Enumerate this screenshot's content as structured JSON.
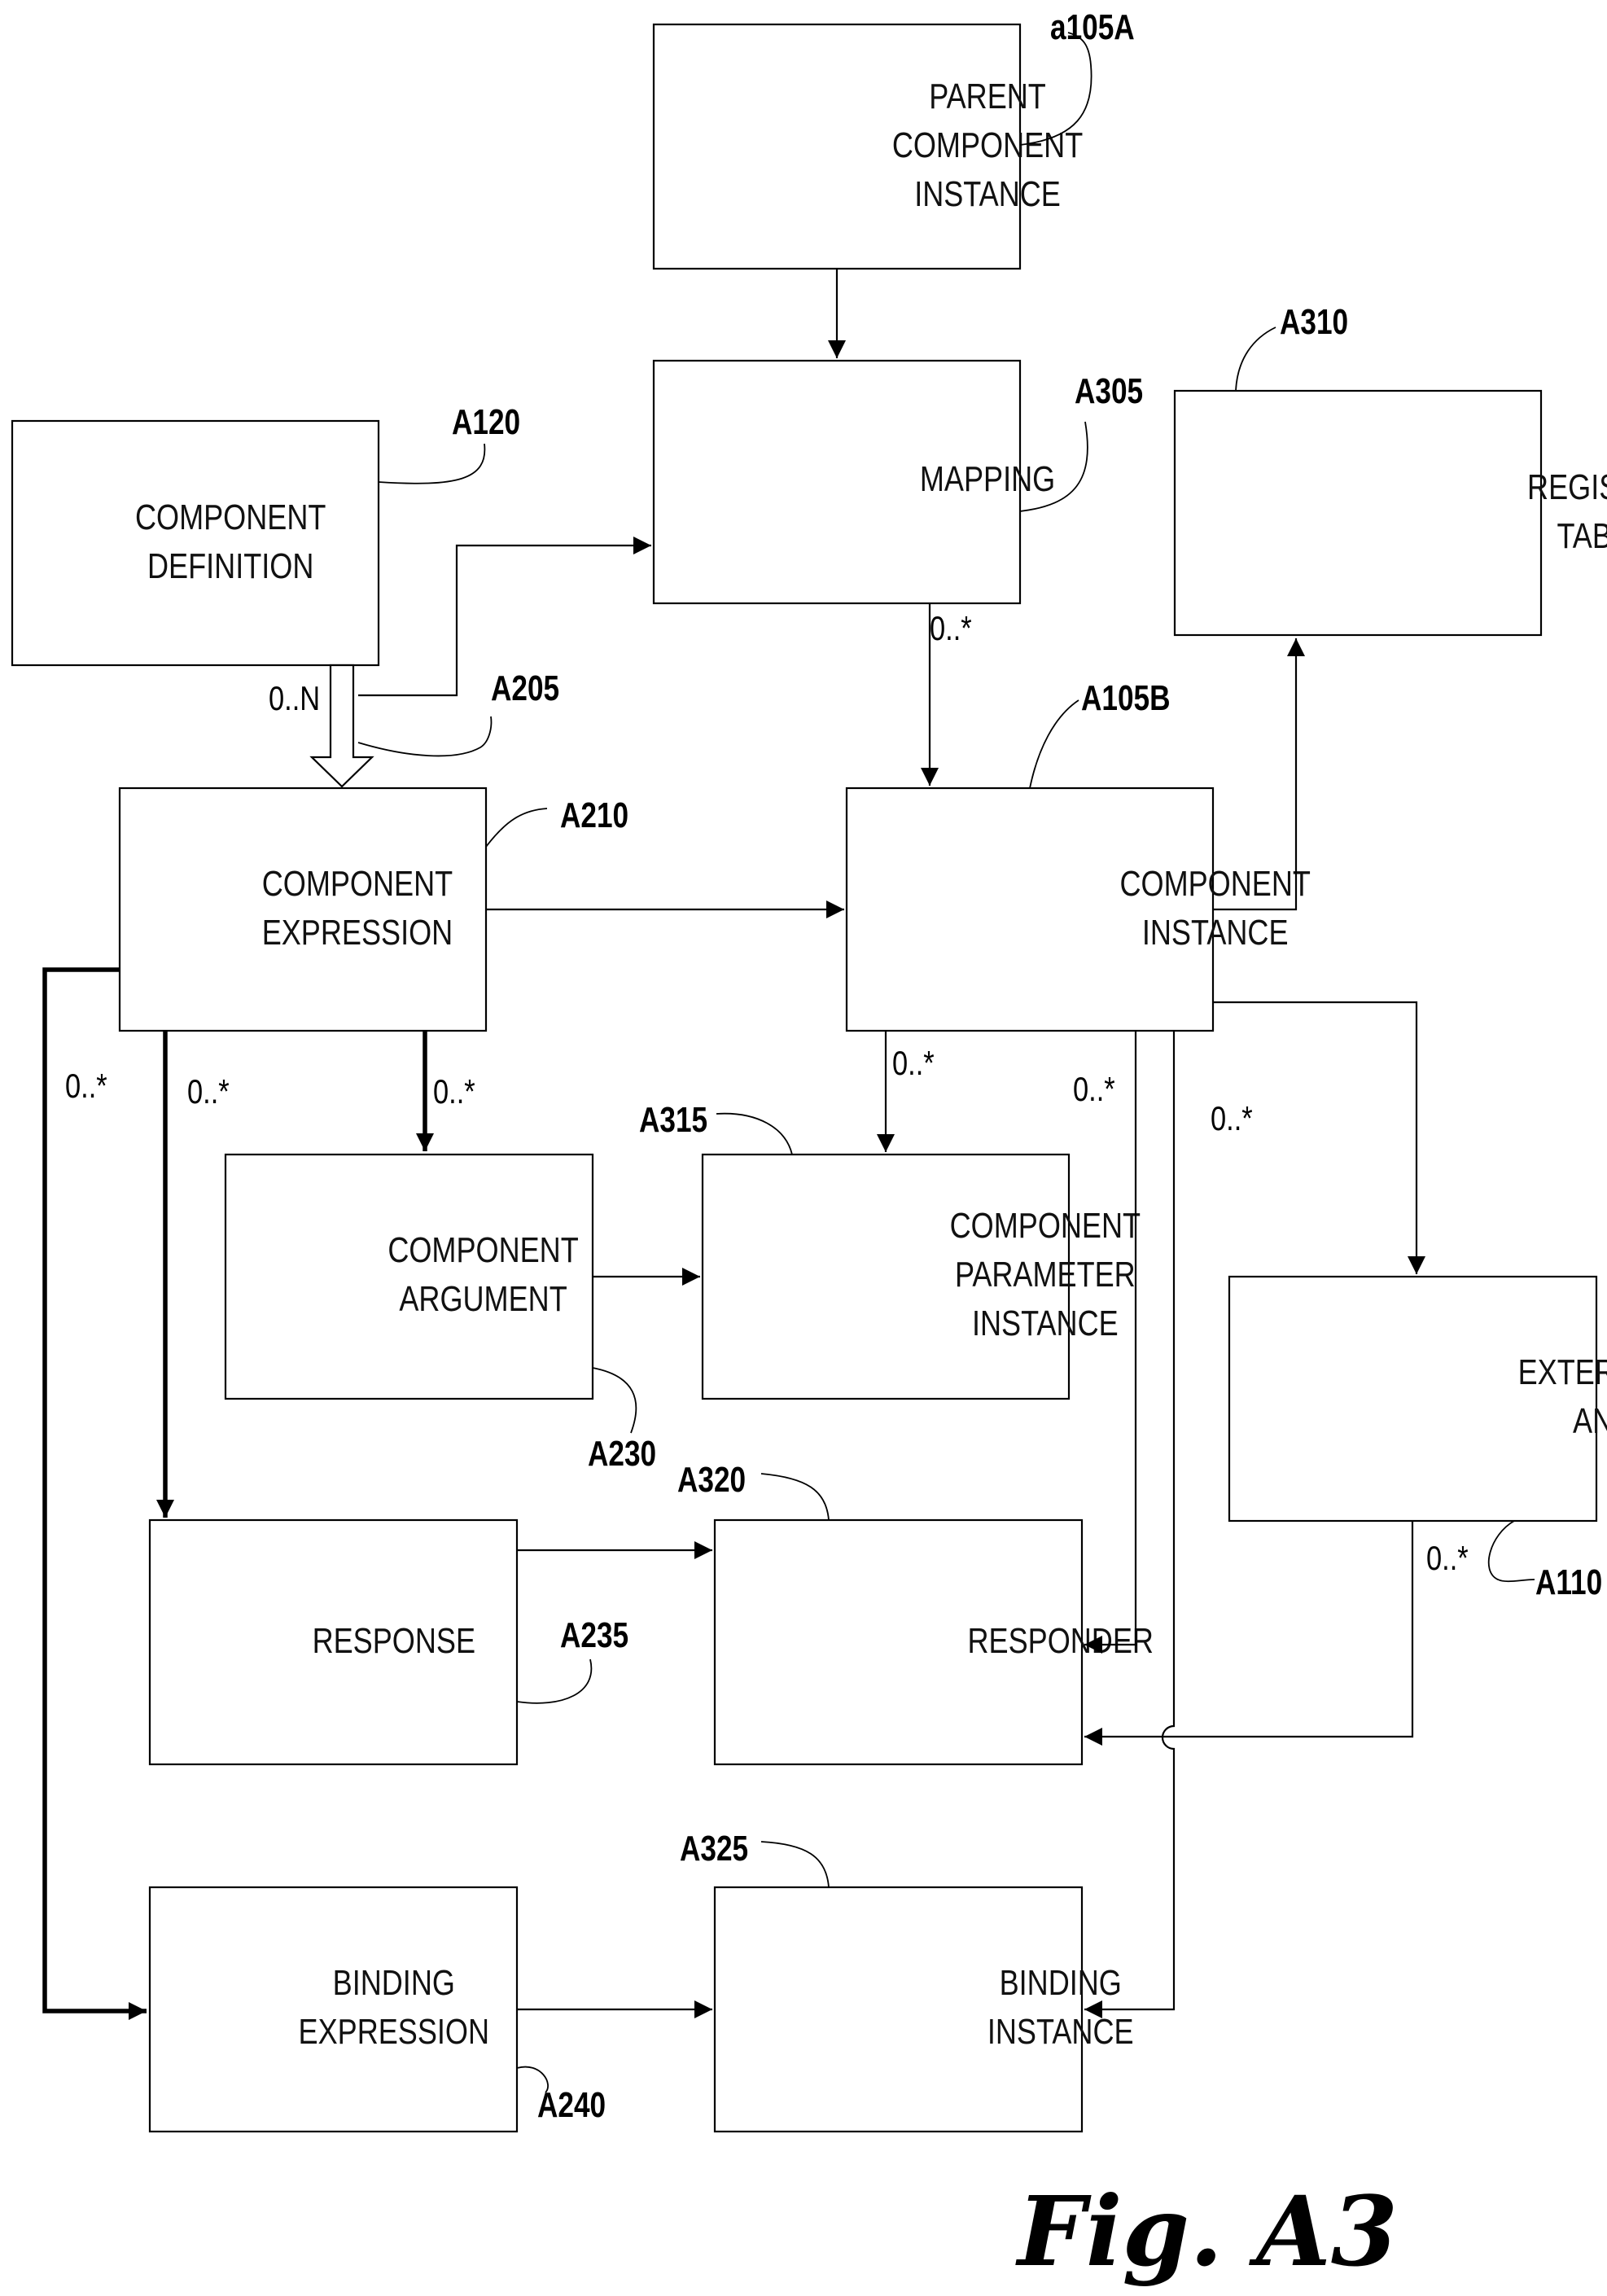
{
  "figure_label": "Fig. A3",
  "boxes": [
    {
      "id": "parent_component_instance",
      "lines": [
        "PARENT",
        "COMPONENT",
        "INSTANCE"
      ]
    },
    {
      "id": "mapping",
      "lines": [
        "MAPPING"
      ]
    },
    {
      "id": "register_table",
      "lines": [
        "REGISTER",
        "TABLE"
      ]
    },
    {
      "id": "component_definition",
      "lines": [
        "COMPONENT",
        "DEFINITION"
      ]
    },
    {
      "id": "component_expression",
      "lines": [
        "COMPONENT",
        "EXPRESSION"
      ]
    },
    {
      "id": "component_instance",
      "lines": [
        "COMPONENT",
        "INSTANCE"
      ]
    },
    {
      "id": "component_argument",
      "lines": [
        "COMPONENT",
        "ARGUMENT"
      ]
    },
    {
      "id": "component_parameter_instance",
      "lines": [
        "COMPONENT",
        "PARAMETER",
        "INSTANCE"
      ]
    },
    {
      "id": "external_objects_and_events",
      "lines": [
        "EXTERNAL OBJECTS",
        "AND EVENTS"
      ]
    },
    {
      "id": "response",
      "lines": [
        "RESPONSE"
      ]
    },
    {
      "id": "responder",
      "lines": [
        "RESPONDER"
      ]
    },
    {
      "id": "binding_expression",
      "lines": [
        "BINDING",
        "EXPRESSION"
      ]
    },
    {
      "id": "binding_instance",
      "lines": [
        "BINDING",
        "INSTANCE"
      ]
    }
  ],
  "reference_labels": [
    "a105A",
    "A305",
    "A310",
    "A120",
    "A205",
    "A210",
    "A105B",
    "A315",
    "A230",
    "A320",
    "A235",
    "A110",
    "A325",
    "A240"
  ],
  "multiplicity_labels": [
    "0..N",
    "0..*",
    "0..*",
    "0..*",
    "0..*",
    "0..*",
    "0..*",
    "0..*",
    "0..*"
  ]
}
